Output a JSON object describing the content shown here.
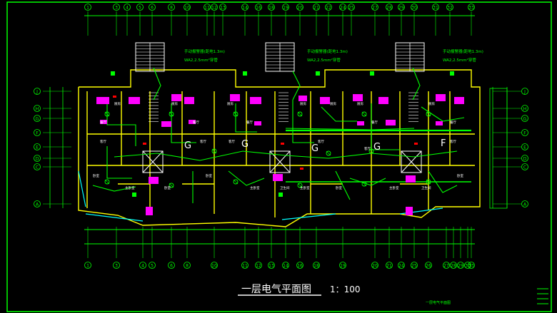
{
  "drawing": {
    "title": "一层电气平面图",
    "scale": "1：100",
    "corner_note": "一层电气平面图"
  },
  "axes": {
    "top_numbers": [
      "1",
      "3",
      "4",
      "5",
      "6",
      "8",
      "10",
      "11",
      "12",
      "13",
      "14",
      "16",
      "18",
      "19",
      "20",
      "21",
      "22",
      "24",
      "25",
      "27",
      "28",
      "29",
      "30",
      "31",
      "32",
      "33"
    ],
    "bottom_numbers": [
      "1",
      "3",
      "4",
      "5",
      "6",
      "8",
      "10",
      "11",
      "12",
      "13",
      "14",
      "16",
      "18",
      "19",
      "20",
      "21",
      "24",
      "25",
      "26",
      "27",
      "28",
      "29",
      "30",
      "33"
    ],
    "left_letters": [
      "J",
      "H",
      "G",
      "F",
      "E",
      "D",
      "C",
      "A"
    ],
    "right_letters": [
      "J",
      "H",
      "G",
      "F",
      "E",
      "D",
      "C",
      "A"
    ]
  },
  "room_labels": {
    "kitchen": "厨房",
    "dining": "餐厅",
    "living": "客厅",
    "bedroom": "卧室",
    "master": "主卧室",
    "bath": "卫生间"
  },
  "marks": [
    "G",
    "G",
    "G",
    "G",
    "F"
  ],
  "notes": [
    "手动报警器(距地1.3m)",
    "WA2,2.5mm²穿管"
  ],
  "colors": {
    "background": "#000000",
    "frame": "#00ff00",
    "walls": "#ffff00",
    "wiring": "#00ff00",
    "fixtures": "#ff00ff",
    "stairs": "#ffffff",
    "dimensions": "#00ffff",
    "accent": "#00ffff",
    "red": "#ff0000"
  }
}
